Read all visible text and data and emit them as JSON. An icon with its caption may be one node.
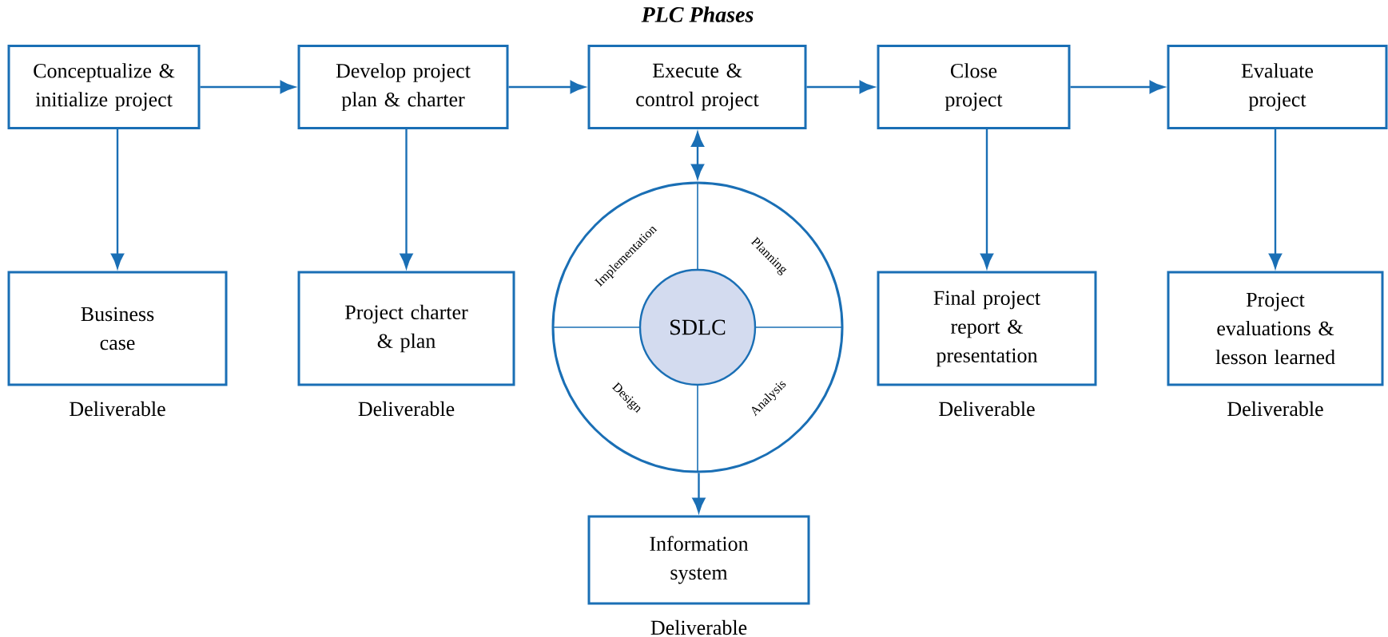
{
  "diagram": {
    "title": "PLC Phases",
    "nodes": [
      {
        "text": [
          "Conceptualize & initialize project"
        ]
      },
      {
        "text": [
          "Develop project plan & charter"
        ]
      },
      {
        "text": [
          "Execute & control project"
        ]
      },
      {
        "text": [
          "Close project"
        ]
      },
      {
        "text": [
          "Evaluate project"
        ]
      },
      {
        "text": [
          "Business case"
        ],
        "beside": [
          "Deliverable"
        ]
      },
      {
        "text": [
          "Project charter & plan"
        ],
        "beside": [
          "Deliverable"
        ]
      },
      {
        "text": [
          "Implementation",
          "Planning",
          "Design",
          "Analysis"
        ]
      },
      {
        "text": [
          "SDLC"
        ],
        "in": 7
      },
      {
        "text": [
          "Final project report & presentation"
        ],
        "beside": [
          "Deliverable"
        ]
      },
      {
        "text": [
          "Project evaluations & lesson learned"
        ],
        "beside": [
          "Deliverable"
        ]
      },
      {
        "text": [
          "Information system"
        ],
        "beside": [
          "Deliverable"
        ]
      }
    ],
    "edges": [
      {
        "from": 0,
        "to": 1,
        "arrow": "to"
      },
      {
        "from": 1,
        "to": 2,
        "arrow": "to"
      },
      {
        "from": 2,
        "to": 3,
        "arrow": "to"
      },
      {
        "from": 3,
        "to": 4,
        "arrow": "to"
      },
      {
        "from": 0,
        "to": 5,
        "arrow": "to"
      },
      {
        "from": 1,
        "to": 6,
        "arrow": "to"
      },
      {
        "from": 2,
        "to": 7,
        "arrow": "both"
      },
      {
        "from": 3,
        "to": 9,
        "arrow": "to"
      },
      {
        "from": 4,
        "to": 10,
        "arrow": "to"
      },
      {
        "from": 7,
        "to": 11,
        "arrow": "to"
      }
    ]
  }
}
